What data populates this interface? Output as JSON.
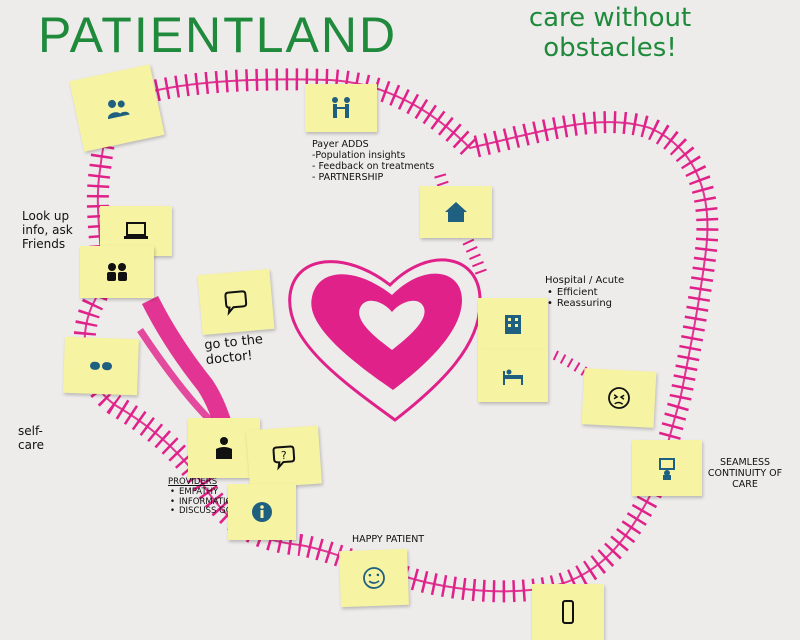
{
  "title": "PATIENTLAND",
  "tagline": "care without obstacles!",
  "labels": {
    "lookup": "Look up info, ask Friends",
    "self_care": "self-care",
    "go_doctor": "go to the doctor!",
    "payer_heading": "Payer ADDS",
    "payer_items": [
      "-Population insights",
      "- Feedback on treatments",
      "- PARTNERSHIP"
    ],
    "hospital_heading": "Hospital / Acute",
    "hospital_items": [
      "Efficient",
      "Reassuring"
    ],
    "seamless": "SEAMLESS CONTINUITY OF CARE",
    "providers_heading": "PROVIDERS",
    "providers_items": [
      "EMPATHY",
      "INFORMATION",
      "DISCUSS GOALS"
    ],
    "happy": "HAPPY PATIENT"
  },
  "notes": [
    {
      "name": "note-people",
      "icon": "people-icon"
    },
    {
      "name": "note-payer",
      "icon": "handshake-icon"
    },
    {
      "name": "note-home",
      "icon": "home-icon"
    },
    {
      "name": "note-laptop",
      "icon": "laptop-icon"
    },
    {
      "name": "note-friends",
      "icon": "group-icon"
    },
    {
      "name": "note-chat",
      "icon": "chat-bubble-icon"
    },
    {
      "name": "note-pills",
      "icon": "pills-icon"
    },
    {
      "name": "note-hospital",
      "icon": "hospital-building-icon"
    },
    {
      "name": "note-bed",
      "icon": "hospital-bed-icon"
    },
    {
      "name": "note-sad-face",
      "icon": "tired-face-icon"
    },
    {
      "name": "note-doctor",
      "icon": "doctor-icon"
    },
    {
      "name": "note-question",
      "icon": "question-bubble-icon"
    },
    {
      "name": "note-info",
      "icon": "info-icon"
    },
    {
      "name": "note-monitor",
      "icon": "patient-monitor-icon"
    },
    {
      "name": "note-smiley",
      "icon": "smiley-icon"
    },
    {
      "name": "note-phone",
      "icon": "smartphone-icon"
    }
  ],
  "colors": {
    "track": "#e0218a",
    "heart": "#e0218a",
    "ink_green": "#1f8a3c",
    "note": "#f6f3a2",
    "icon": "#1f5f80"
  }
}
